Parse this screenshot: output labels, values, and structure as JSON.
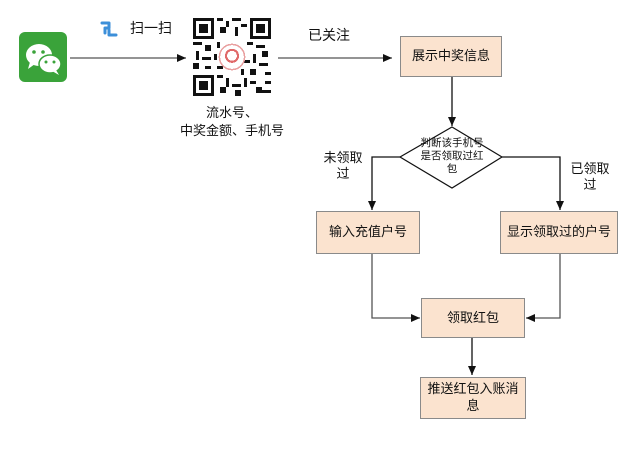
{
  "top": {
    "scan_label": "扫一扫",
    "followed_label": "已关注"
  },
  "qr_caption": {
    "line1": "流水号、",
    "line2": "中奖金额、手机号"
  },
  "flow": {
    "show_prize": "展示中奖信息",
    "decision_line1": "判断该手机号",
    "decision_line2": "是否领取过红",
    "decision_line3": "包",
    "not_claimed_line1": "未领取",
    "not_claimed_line2": "过",
    "claimed_line1": "已领取",
    "claimed_line2": "过",
    "input_account": "输入充值户号",
    "show_claimed_account": "显示领取过的户号",
    "claim_packet": "领取红包",
    "push_line1": "推送红包入账消",
    "push_line2": "息"
  },
  "icons": {
    "wechat": "wechat-logo-icon",
    "scan": "scan-icon",
    "qr": "qr-code-icon"
  },
  "colors": {
    "box_fill": "#fbe3cf",
    "wechat_green": "#3aa33a",
    "line": "#555555"
  }
}
